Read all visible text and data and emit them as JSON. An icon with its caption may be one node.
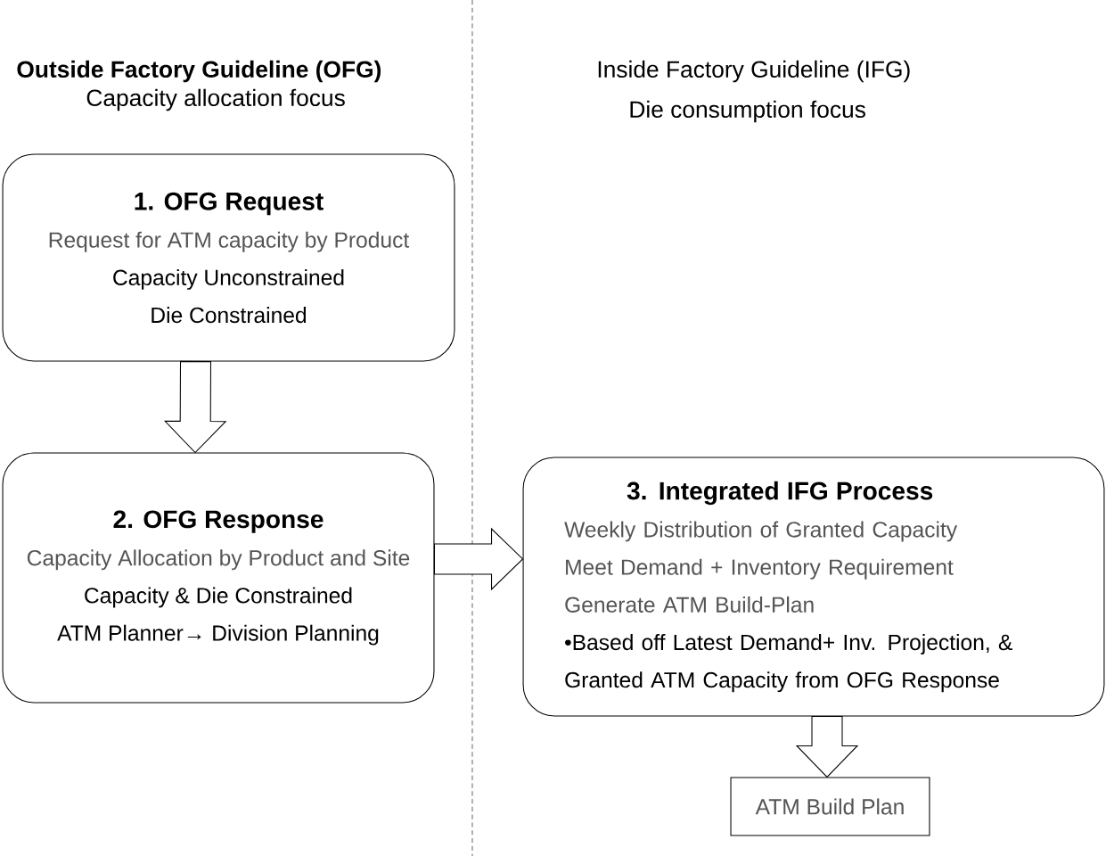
{
  "diagram": {
    "nodes": [
      {
        "text": [
          "1. OFG Request",
          "Request for ATM capacity by Product",
          "Capacity Unconstrained",
          "Die Constrained"
        ]
      },
      {
        "text": [
          "2. OFG Response",
          "Capacity Allocation by Product and Site",
          "Capacity & Die Constrained",
          "ATM Planner→ Division Planning"
        ]
      },
      {
        "text": [
          "3. Integrated IFG Process",
          "Weekly Distribution of Granted Capacity",
          "Meet Demand + Inventory Requirement",
          "Generate ATM Build-Plan",
          "•Based off Latest Demand+ Inv. Projection, & Granted ATM Capacity from OFG Response"
        ]
      },
      {
        "text": [
          "ATM Build Plan"
        ]
      }
    ],
    "edges": [
      {
        "from": 0,
        "to": 1,
        "arrow": "to"
      },
      {
        "from": 1,
        "to": 2,
        "arrow": "to"
      },
      {
        "from": 2,
        "to": 3,
        "arrow": "to"
      }
    ],
    "labels": [
      "Outside Factory Guideline (OFG)",
      "Capacity allocation focus",
      "Inside Factory Guideline (IFG)",
      "Die consumption focus"
    ]
  }
}
